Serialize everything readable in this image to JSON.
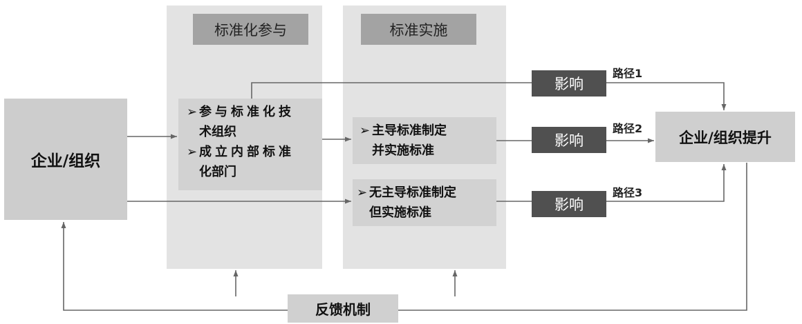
{
  "columns": {
    "participation": {
      "header": "标准化参与"
    },
    "implementation": {
      "header": "标准实施"
    }
  },
  "left_box": {
    "label": "企业/组织"
  },
  "right_box": {
    "label": "企业/组织提升"
  },
  "participation_box": {
    "bullet": "➢",
    "items": [
      {
        "lines": [
          "参与标准化技",
          "术组织"
        ]
      },
      {
        "lines": [
          "成立内部标准",
          "化部门"
        ]
      }
    ]
  },
  "implementation_boxes": [
    {
      "bullet": "➢",
      "lines": [
        "主导标准制定",
        "并实施标准"
      ]
    },
    {
      "bullet": "➢",
      "lines": [
        "无主导标准制定",
        "但实施标准"
      ]
    }
  ],
  "influence_boxes": [
    {
      "label": "影响",
      "path": "路径1"
    },
    {
      "label": "影响",
      "path": "路径2"
    },
    {
      "label": "影响",
      "path": "路径3"
    }
  ],
  "feedback": {
    "label": "反馈机制"
  }
}
